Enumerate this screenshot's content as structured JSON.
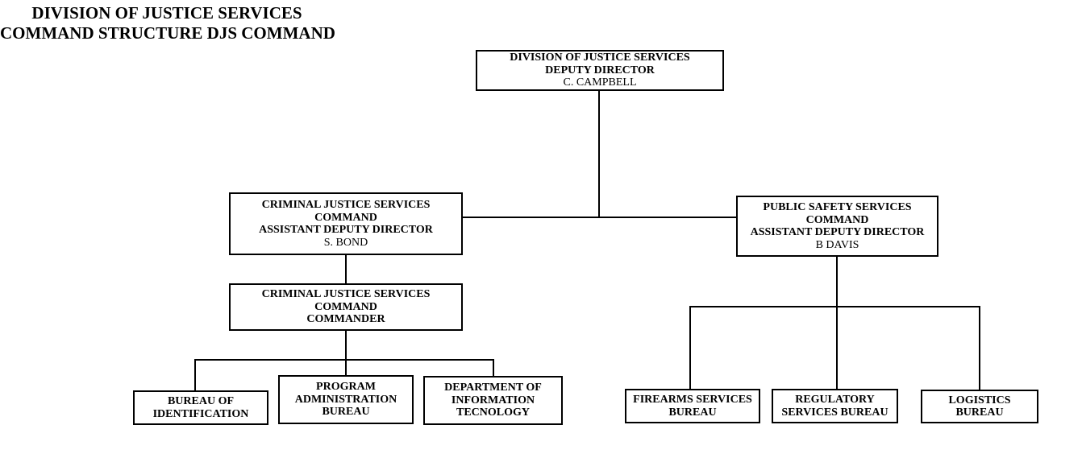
{
  "page_title": {
    "line1": "DIVISION OF JUSTICE SERVICES",
    "line2": "COMMAND STRUCTURE DJS COMMAND"
  },
  "colors": {
    "line": "#000000",
    "text": "#000000",
    "background": "#ffffff"
  },
  "org_chart": {
    "deputy_director": {
      "line1": "DIVISION OF JUSTICE SERVICES",
      "line2": "DEPUTY DIRECTOR",
      "person": "C. CAMPBELL"
    },
    "cjs_command": {
      "line1": "CRIMINAL JUSTICE SERVICES",
      "line2": "COMMAND",
      "line3": "ASSISTANT DEPUTY DIRECTOR",
      "person": "S. BOND"
    },
    "pss_command": {
      "line1": "PUBLIC SAFETY SERVICES",
      "line2": "COMMAND",
      "line3": "ASSISTANT DEPUTY DIRECTOR",
      "person": "B DAVIS"
    },
    "cjs_commander": {
      "line1": "CRIMINAL JUSTICE SERVICES",
      "line2": "COMMAND",
      "line3": "COMMANDER"
    },
    "bureau_of_identification": {
      "line1": "BUREAU OF",
      "line2": "IDENTIFICATION"
    },
    "program_administration_bureau": {
      "line1": "PROGRAM",
      "line2": "ADMINISTRATION",
      "line3": "BUREAU"
    },
    "department_of_information_technology": {
      "line1": "DEPARTMENT OF",
      "line2": "INFORMATION",
      "line3": "TECNOLOGY"
    },
    "firearms_services_bureau": {
      "line1": "FIREARMS SERVICES",
      "line2": "BUREAU"
    },
    "regulatory_services_bureau": {
      "line1": "REGULATORY",
      "line2": "SERVICES BUREAU"
    },
    "logistics_bureau": {
      "line1": "LOGISTICS",
      "line2": "BUREAU"
    }
  }
}
